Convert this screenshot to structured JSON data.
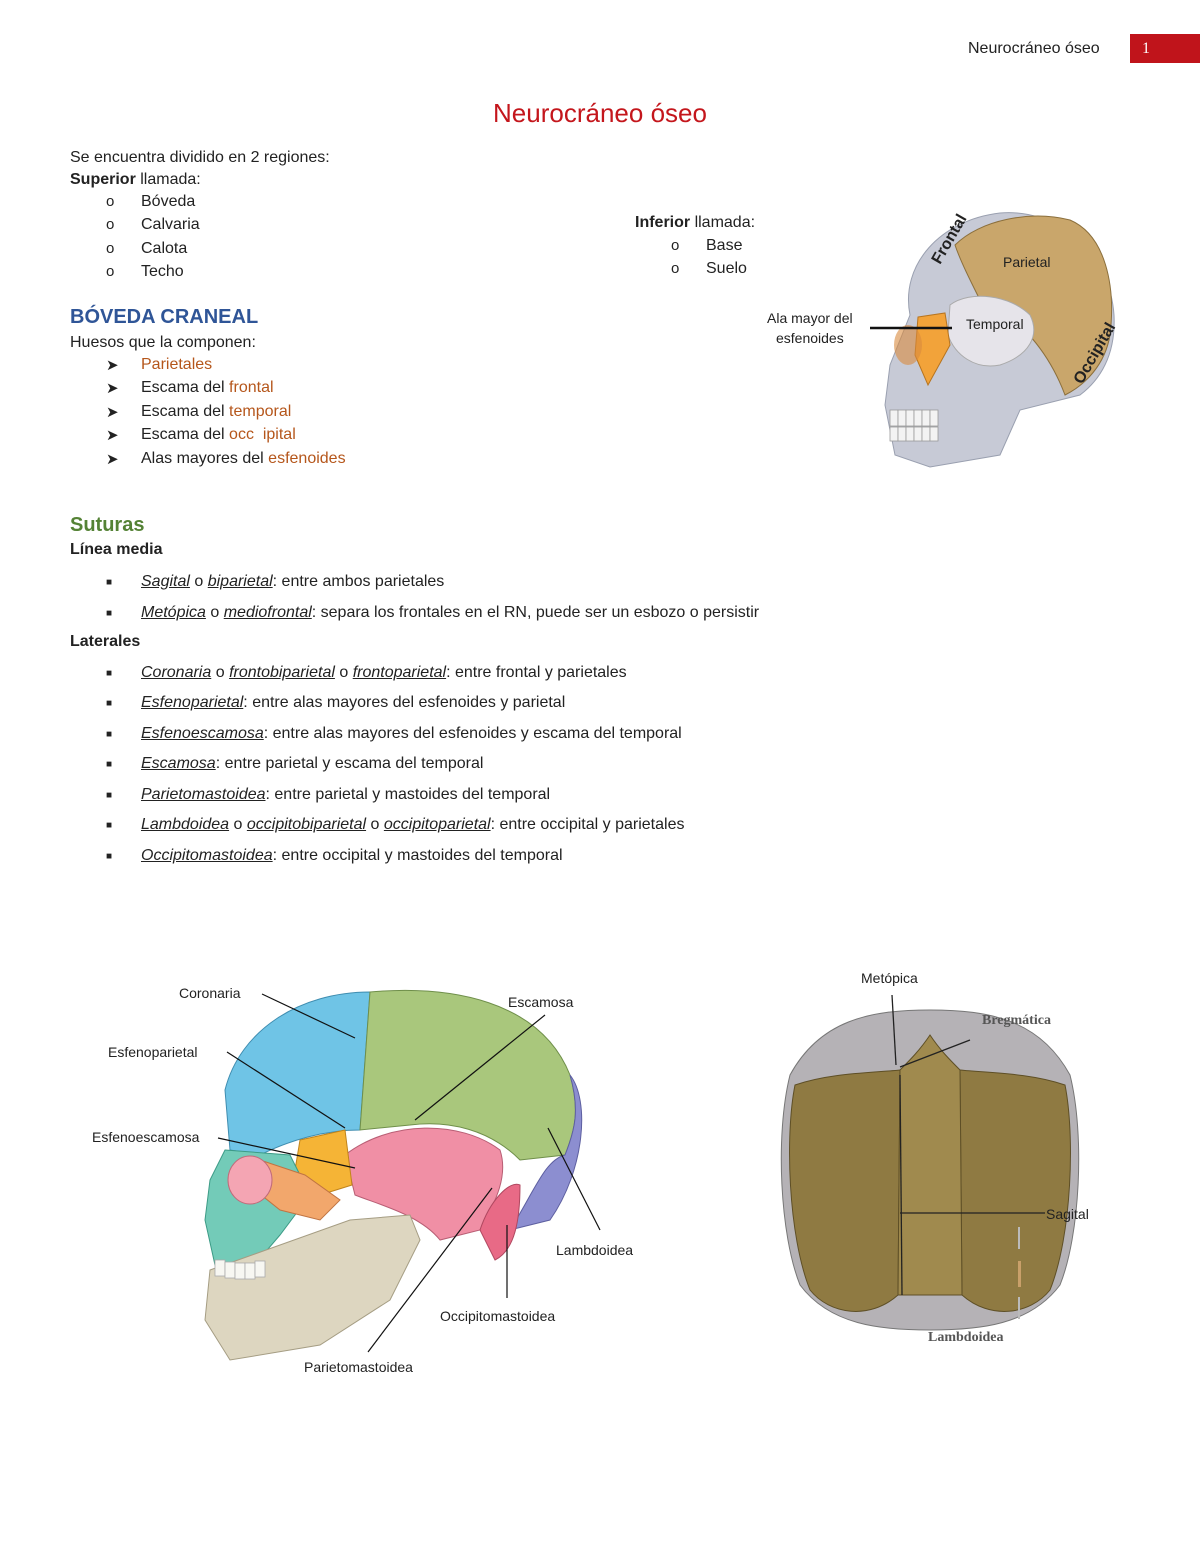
{
  "header": {
    "running_title": "Neurocráneo óseo",
    "page_number": "1"
  },
  "title": "Neurocráneo óseo",
  "intro": "Se encuentra dividido en 2 regiones:",
  "superior": {
    "label_bold": "Superior",
    "label_rest": " llamada:",
    "items": [
      "Bóveda",
      "Calvaria",
      "Calota",
      "Techo"
    ]
  },
  "inferior": {
    "label_bold": "Inferior",
    "label_rest": " llamada:",
    "items": [
      "Base",
      "Suelo"
    ]
  },
  "boveda": {
    "heading": "BÓVEDA CRANEAL",
    "subtitle": "Huesos que la componen:",
    "items": [
      {
        "prefix": "",
        "highlight": "Parietales"
      },
      {
        "prefix": "Escama del ",
        "highlight": "frontal"
      },
      {
        "prefix": "Escama del ",
        "highlight": "temporal"
      },
      {
        "prefix": "Escama del ",
        "highlight": "occ  ipital"
      },
      {
        "prefix": "Alas mayores del ",
        "highlight": "esfenoides"
      }
    ]
  },
  "suturas": {
    "heading": "Suturas",
    "linea_media": "Línea media",
    "linea_items": [
      {
        "parts": [
          "Sagital",
          " o ",
          "biparietal",
          ": entre ambos parietales"
        ]
      },
      {
        "parts": [
          "Metópica",
          " o ",
          "mediofrontal",
          ": separa los frontales en el RN, puede ser un esbozo o persistir"
        ]
      }
    ],
    "laterales": "Laterales",
    "lateral_items": [
      {
        "parts": [
          "Coronaria",
          " o ",
          "frontobiparietal",
          " o ",
          "frontoparietal",
          ": entre frontal y parietales"
        ]
      },
      {
        "parts": [
          "Esfenoparietal",
          ": entre alas mayores del esfenoides y parietal"
        ]
      },
      {
        "parts": [
          "Esfenoescamosa",
          ": entre alas mayores del esfenoides y escama del temporal"
        ]
      },
      {
        "parts": [
          "Escamosa",
          ": entre parietal y escama del temporal"
        ]
      },
      {
        "parts": [
          "Parietomastoidea",
          ": entre parietal y mastoides del temporal"
        ]
      },
      {
        "parts": [
          "Lambdoidea",
          " o ",
          "occipitobiparietal",
          " o ",
          "occipitoparietal",
          ": entre occipital y parietales"
        ]
      },
      {
        "parts": [
          "Occipitomastoidea",
          ": entre occipital y mastoides del temporal"
        ]
      }
    ]
  },
  "figure1": {
    "labels": {
      "frontal": "Frontal",
      "parietal": "Parietal",
      "temporal": "Temporal",
      "occipital": "Occipital",
      "ala_1": "Ala mayor del",
      "ala_2": "esfenoides"
    }
  },
  "figure2": {
    "labels": {
      "coronaria": "Coronaria",
      "escamosa": "Escamosa",
      "esfenoparietal": "Esfenoparietal",
      "esfenoescamosa": "Esfenoescamosa",
      "lambdoidea": "Lambdoidea",
      "occipitomastoidea": "Occipitomastoidea",
      "parietomastoidea": "Parietomastoidea"
    }
  },
  "figure3": {
    "labels": {
      "metopica": "Metópica",
      "bregmatica": "Bregmática",
      "sagital": "Sagital",
      "lambdoidea": "Lambdoidea"
    }
  },
  "colors": {
    "accent_red": "#c4161c",
    "heading_blue": "#2f5597",
    "heading_green": "#548235",
    "bone_orange": "#b5561b"
  }
}
